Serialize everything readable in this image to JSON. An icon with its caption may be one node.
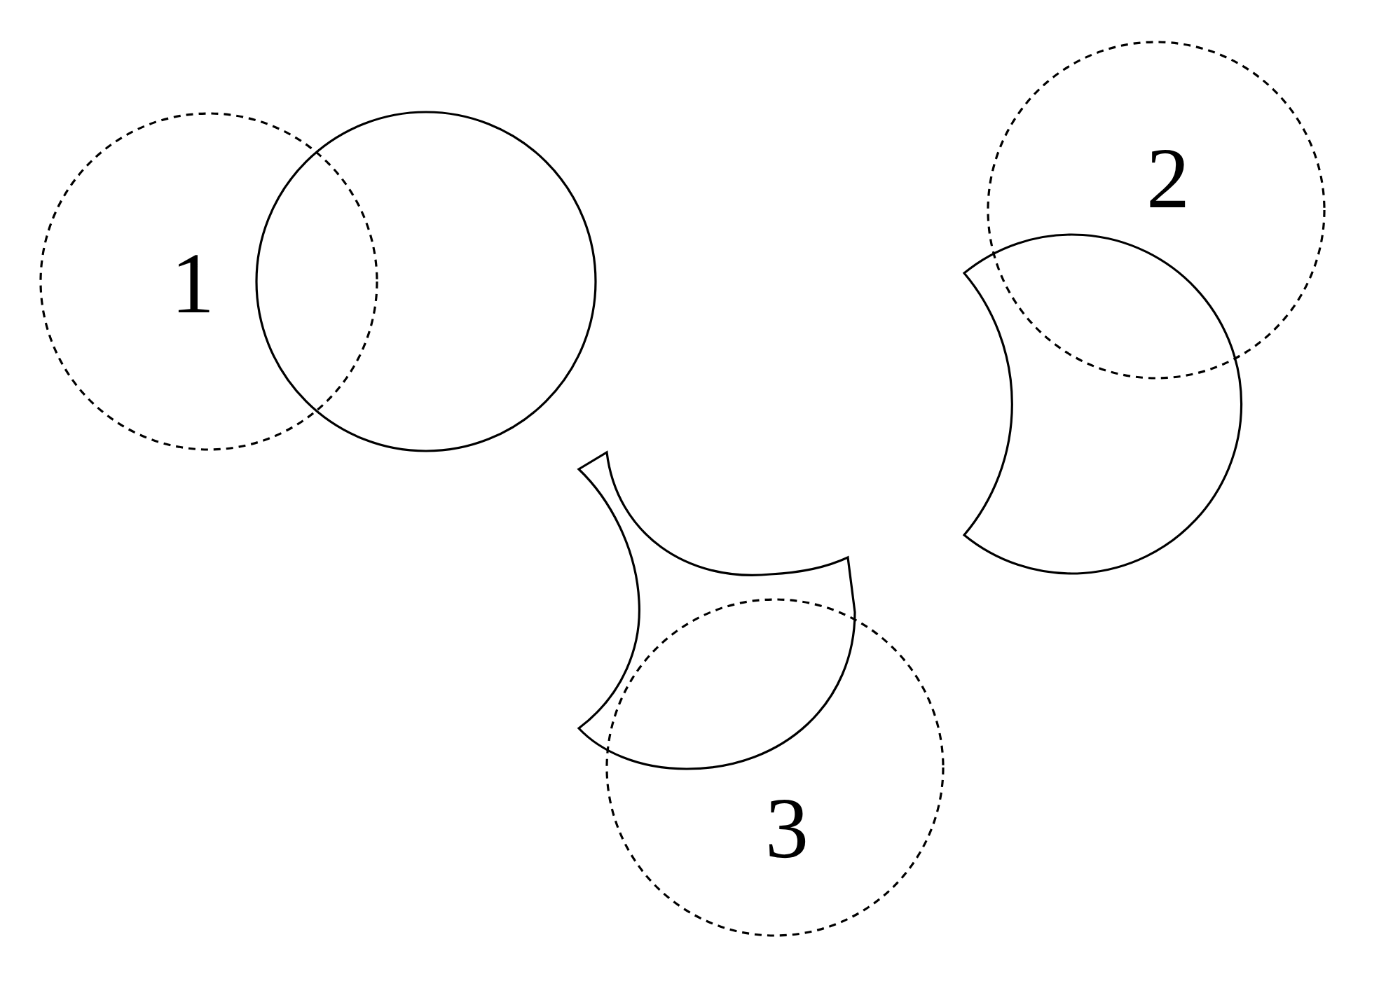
{
  "diagram": {
    "nodes": [
      {
        "text": [
          "1"
        ]
      },
      {
        "text": [],
        "shape": "circle"
      },
      {
        "text": [
          "2"
        ]
      },
      {
        "text": [],
        "shape": "crescent"
      },
      {
        "text": [],
        "shape": "crescent"
      },
      {
        "text": [
          "3"
        ]
      }
    ]
  }
}
